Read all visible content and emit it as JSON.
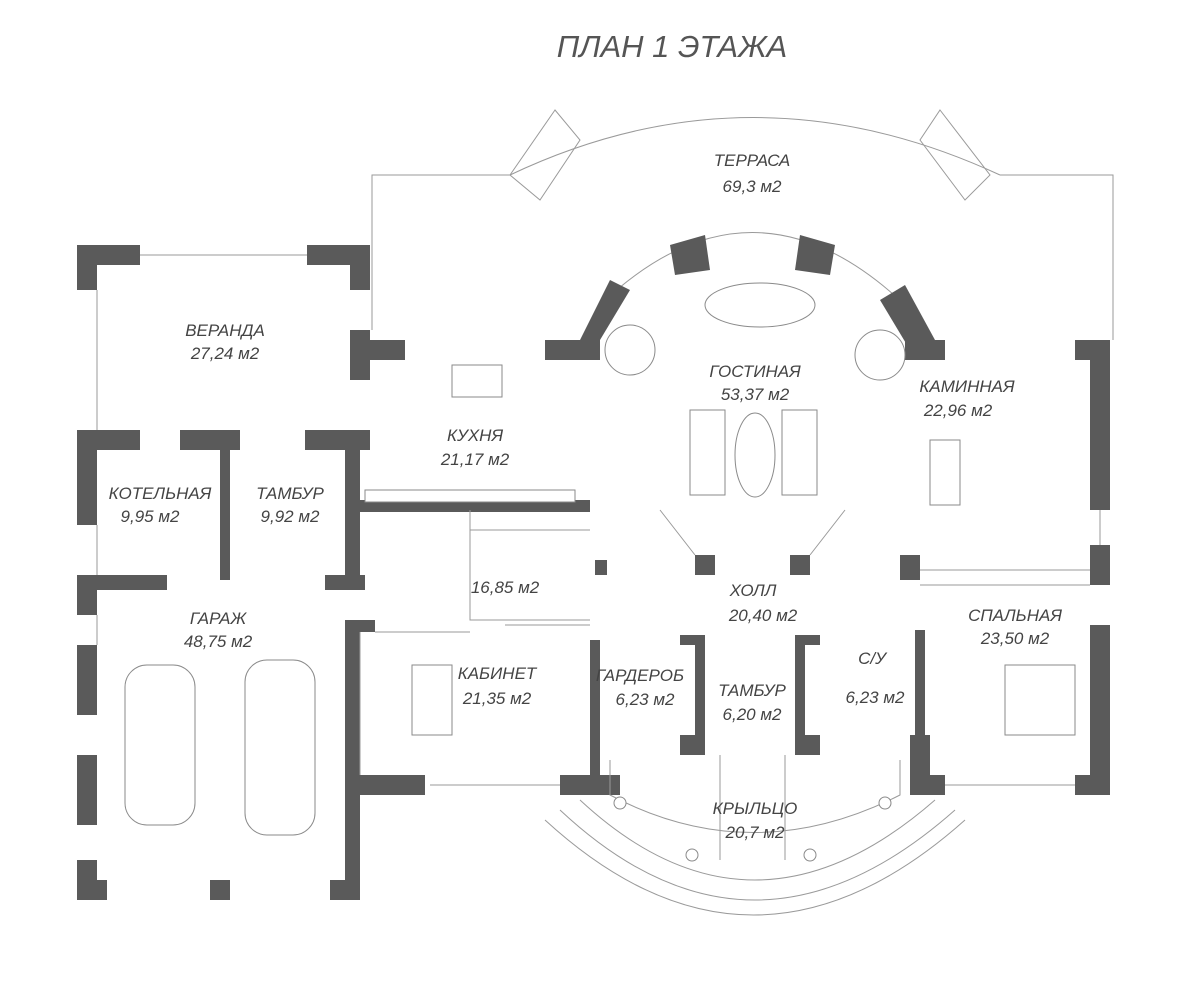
{
  "title": "ПЛАН 1 ЭТАЖА",
  "rooms": {
    "terrace": {
      "name": "ТЕРРАСА",
      "area": "69,3 м2"
    },
    "veranda": {
      "name": "ВЕРАНДА",
      "area": "27,24 м2"
    },
    "living": {
      "name": "ГОСТИНАЯ",
      "area": "53,37 м2"
    },
    "fireplace": {
      "name": "КАМИННАЯ",
      "area": "22,96 м2"
    },
    "kitchen": {
      "name": "КУХНЯ",
      "area": "21,17 м2"
    },
    "boiler": {
      "name": "КОТЕЛЬНАЯ",
      "area": "9,95 м2"
    },
    "vestibule_left": {
      "name": "ТАМБУР",
      "area": "9,92 м2"
    },
    "stair_hall": {
      "area": "16,85 м2"
    },
    "hall": {
      "name": "ХОЛЛ",
      "area": "20,40 м2"
    },
    "garage": {
      "name": "ГАРАЖ",
      "area": "48,75 м2"
    },
    "bedroom": {
      "name": "СПАЛЬНАЯ",
      "area": "23,50 м2"
    },
    "study": {
      "name": "КАБИНЕТ",
      "area": "21,35 м2"
    },
    "wardrobe": {
      "name": "ГАРДЕРОБ",
      "area": "6,23 м2"
    },
    "bathroom": {
      "name": "С/У",
      "area": "6,23 м2"
    },
    "vestibule_main": {
      "name": "ТАМБУР",
      "area": "6,20 м2"
    },
    "porch": {
      "name": "КРЫЛЬЦО",
      "area": "20,7 м2"
    }
  }
}
